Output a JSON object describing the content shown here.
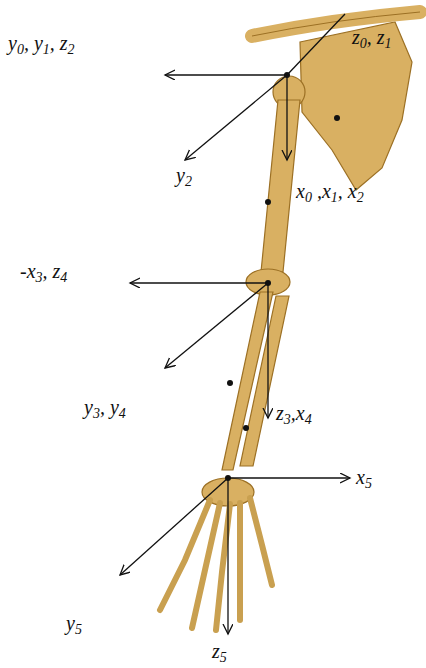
{
  "diagram": {
    "labels": [
      "y0, y1, z2",
      "z0, z1",
      "y2",
      "x0 ,x1, x2",
      "-x3, z4",
      "y3, y4",
      "z3,x4",
      "x5",
      "y5",
      "z5"
    ]
  }
}
